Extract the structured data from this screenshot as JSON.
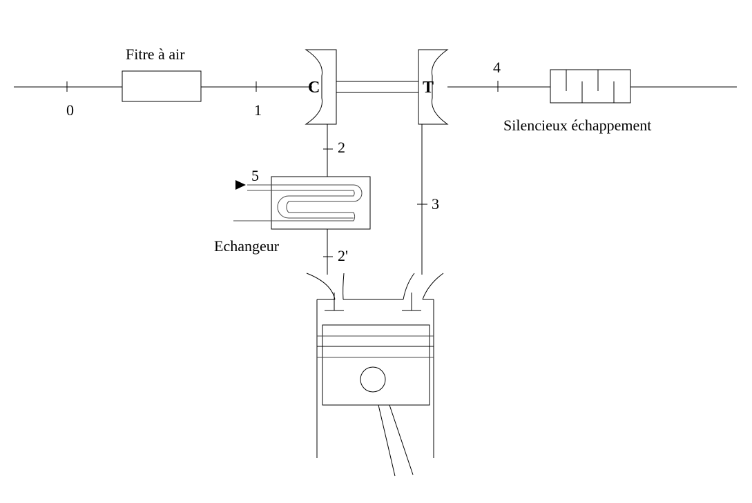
{
  "diagram": {
    "labels": {
      "filter": "Fitre à air",
      "muffler": "Silencieux échappement",
      "exchanger": "Echangeur",
      "compressor": "C",
      "turbine": "T"
    },
    "stations": {
      "s0": "0",
      "s1": "1",
      "s2": "2",
      "s2p": "2'",
      "s3": "3",
      "s4": "4",
      "s5": "5"
    }
  }
}
